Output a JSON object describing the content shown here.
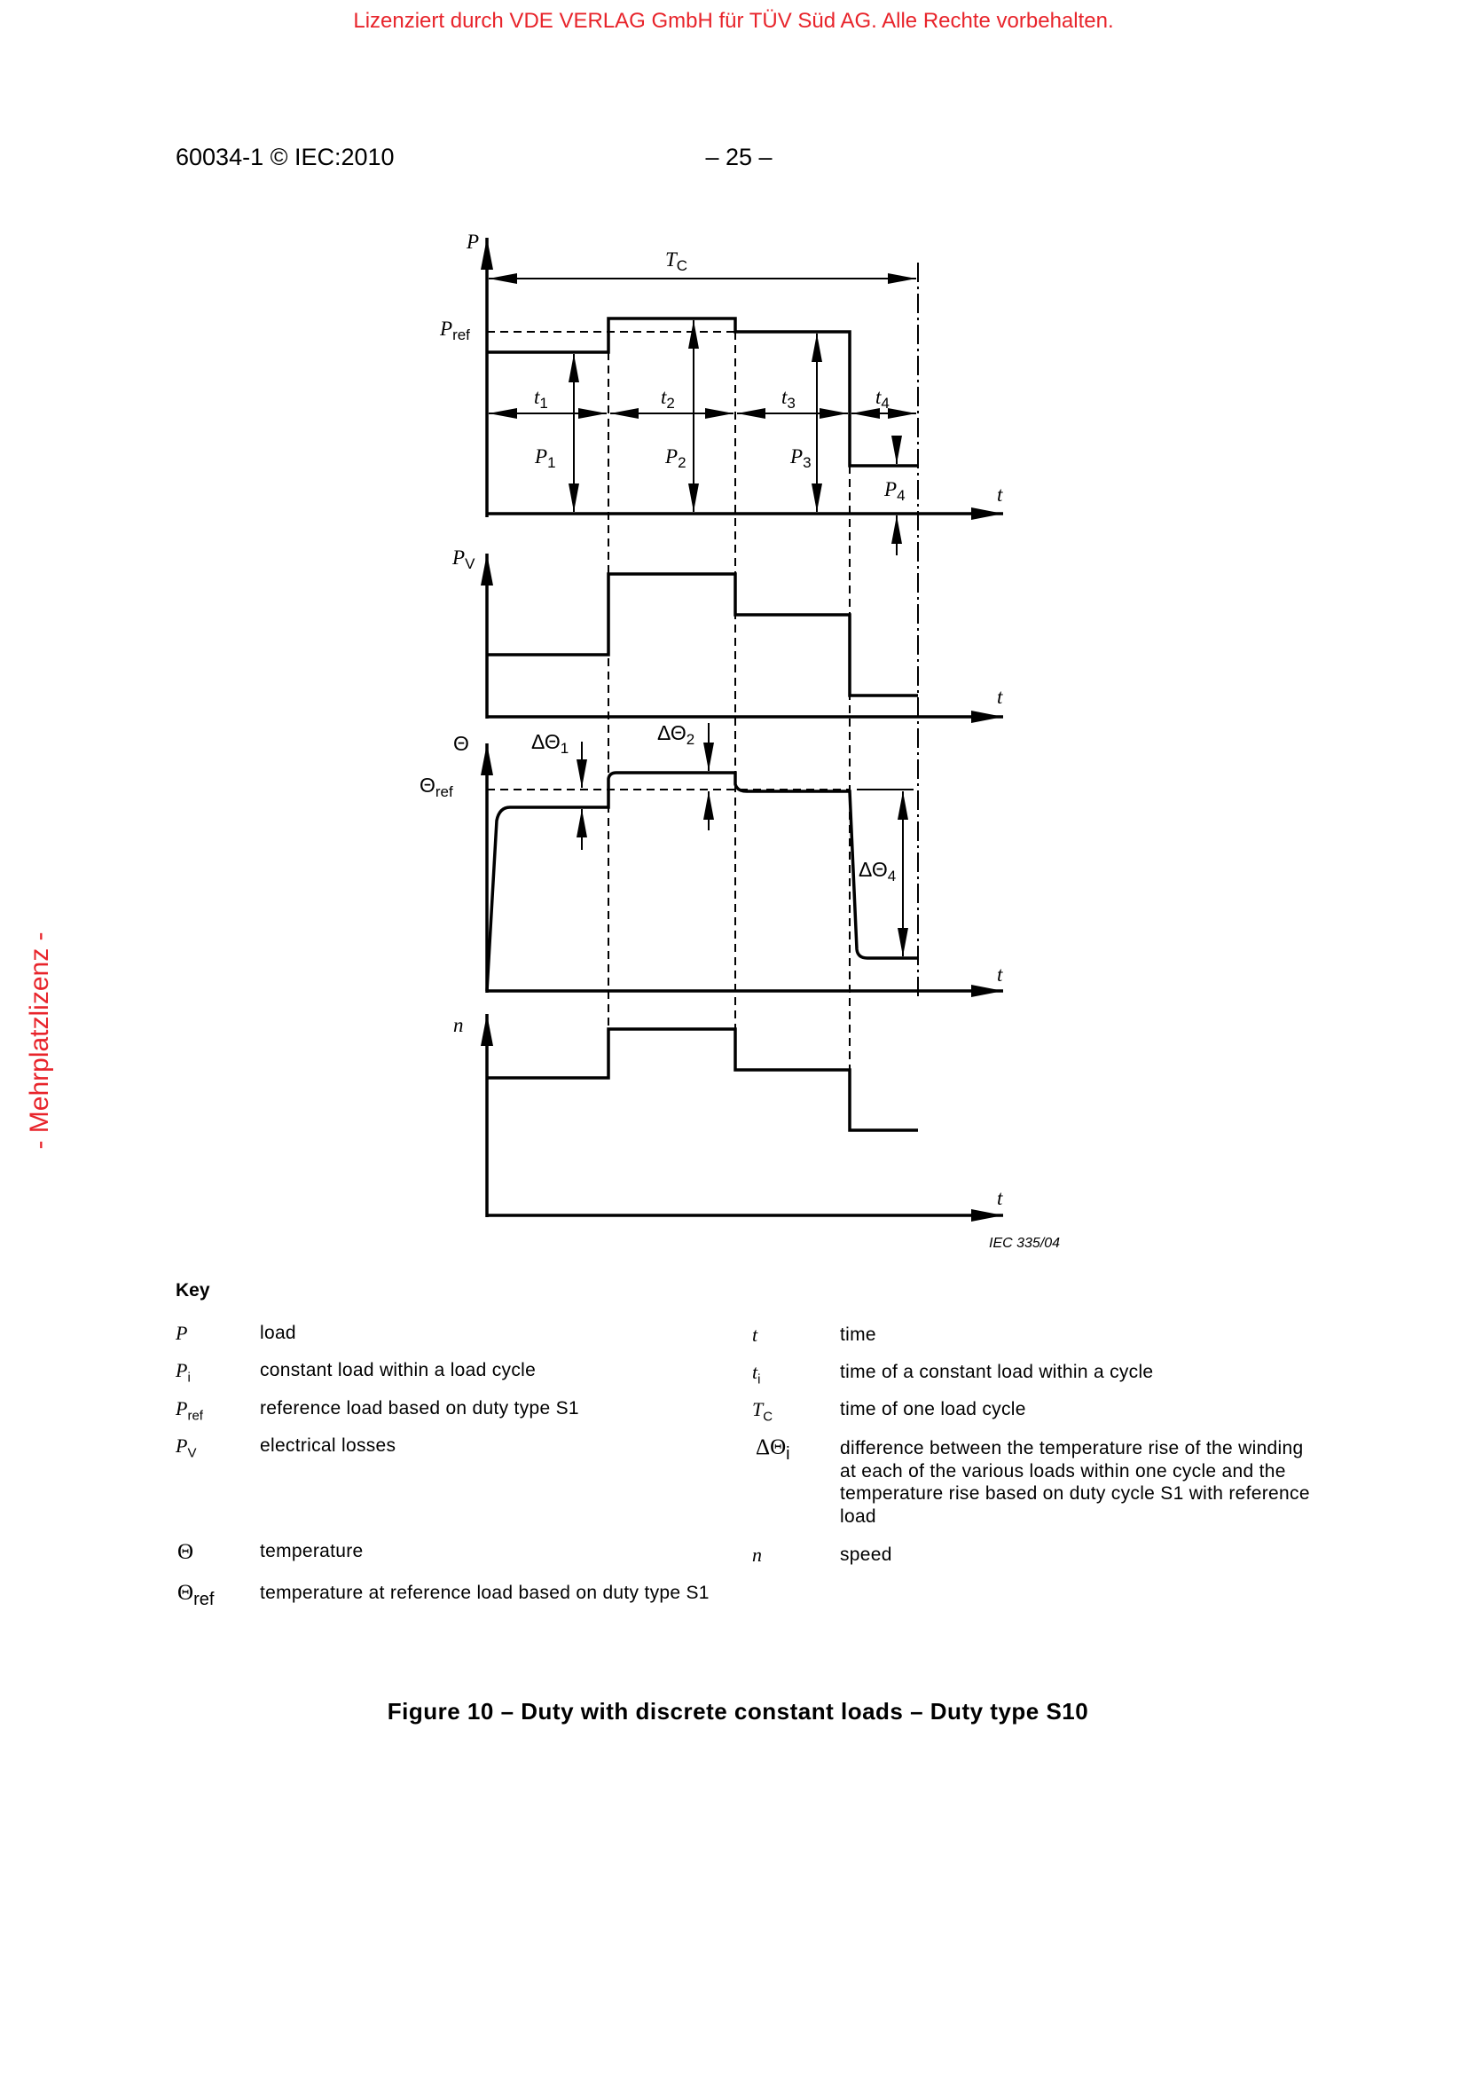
{
  "watermark": {
    "license_line": "Lizenziert durch VDE VERLAG GmbH  für TÜV Süd AG. Alle Rechte vorbehalten.",
    "side_text": "- Mehrplatzlizenz -",
    "color": "#e8242b"
  },
  "header": {
    "doc_id": "60034-1 © IEC:2010",
    "page": "– 25 –"
  },
  "figure": {
    "p_axis": {
      "sym": "P"
    },
    "tc": {
      "sym": "T",
      "sub": "C"
    },
    "pref": {
      "sym": "P",
      "sub": "ref"
    },
    "t_labels": [
      {
        "sym": "t",
        "sub": "1"
      },
      {
        "sym": "t",
        "sub": "2"
      },
      {
        "sym": "t",
        "sub": "3"
      },
      {
        "sym": "t",
        "sub": "4"
      }
    ],
    "p_labels": [
      {
        "sym": "P",
        "sub": "1"
      },
      {
        "sym": "P",
        "sub": "2"
      },
      {
        "sym": "P",
        "sub": "3"
      },
      {
        "sym": "P",
        "sub": "4"
      }
    ],
    "time_axis": "t",
    "pv": {
      "sym": "P",
      "sub": "V"
    },
    "theta": "Θ",
    "theta_ref": {
      "sym": "Θ",
      "sub": "ref"
    },
    "delta_theta": [
      {
        "sym": "ΔΘ",
        "sub": "1"
      },
      {
        "sym": "ΔΘ",
        "sub": "2"
      },
      {
        "sym": "ΔΘ",
        "sub": "4"
      }
    ],
    "n_axis": "n",
    "iec_ref": "IEC   335/04"
  },
  "key": {
    "title": "Key",
    "left": [
      {
        "sym": "P",
        "sub": "",
        "desc": "load"
      },
      {
        "sym": "P",
        "sub": "i",
        "desc": "constant load within a load cycle"
      },
      {
        "sym": "P",
        "sub": "ref",
        "desc": "reference load based on duty type S1"
      },
      {
        "sym": "P",
        "sub": "V",
        "desc": "electrical losses"
      },
      {
        "sym": "Θ",
        "sub": "",
        "desc": "temperature"
      },
      {
        "sym": "Θ",
        "sub": "ref",
        "desc": "temperature at reference load based on duty type S1"
      }
    ],
    "right": [
      {
        "sym": "t",
        "sub": "",
        "desc": "time"
      },
      {
        "sym": "t",
        "sub": "i",
        "desc": "time of a constant load within a cycle"
      },
      {
        "sym": "T",
        "sub": "C",
        "desc": "time of one load cycle"
      },
      {
        "sym": "ΔΘ",
        "sub": "i",
        "desc": "difference between the temperature rise of the winding at each of the various loads within one cycle and the temperature rise based on duty cycle S1 with reference load"
      },
      {
        "sym": "n",
        "sub": "",
        "desc": "speed"
      }
    ]
  },
  "caption": "Figure 10 – Duty with discrete constant loads – Duty type S10"
}
